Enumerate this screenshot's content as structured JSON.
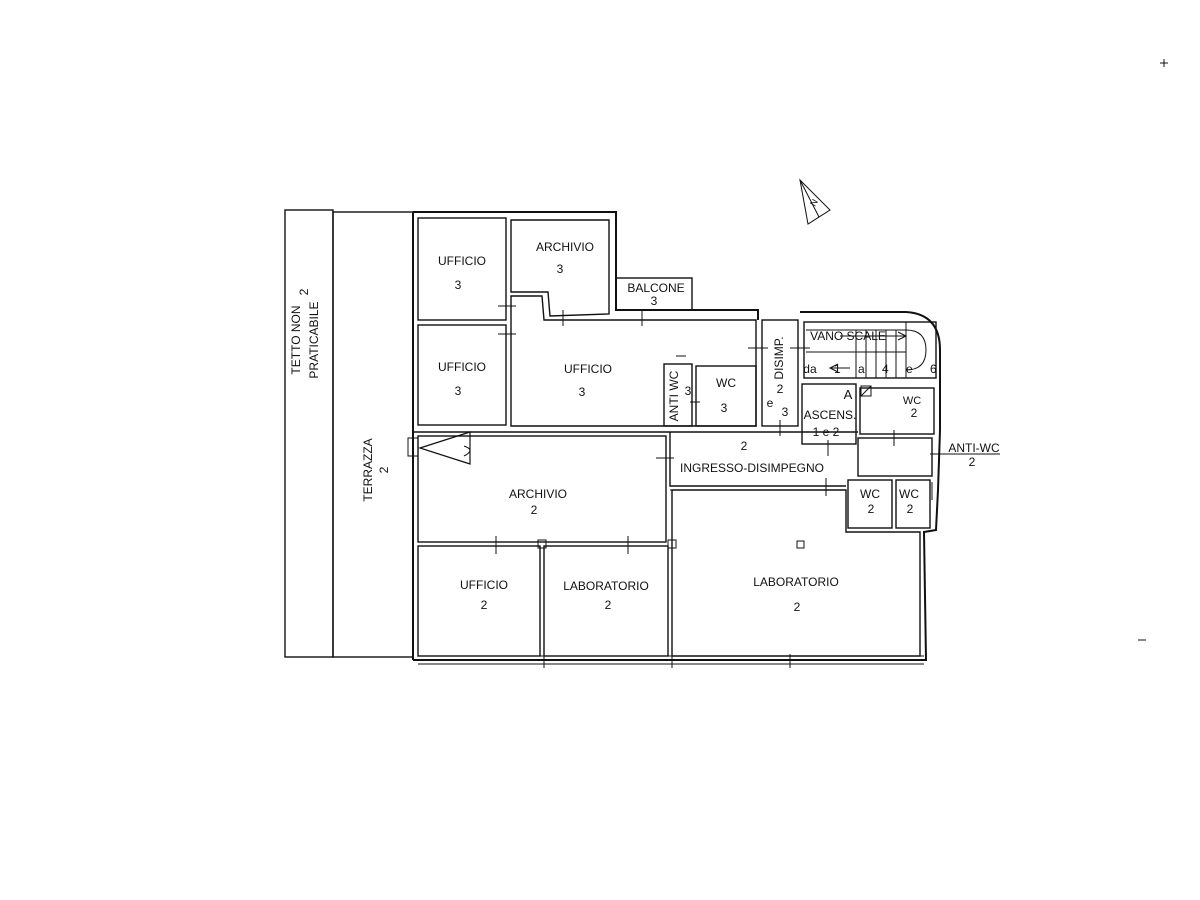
{
  "rooms": {
    "tetto_line1": "TETTO NON",
    "tetto_line2": "PRATICABILE",
    "tetto_num": "2",
    "terrazza": "TERRAZZA",
    "terrazza_num": "2",
    "ufficio_top": "UFFICIO",
    "ufficio_top_num": "3",
    "archivio_top": "ARCHIVIO",
    "archivio_top_num": "3",
    "balcone": "BALCONE",
    "balcone_num": "3",
    "ufficio_mid": "UFFICIO",
    "ufficio_mid_num": "3",
    "ufficio_center": "UFFICIO",
    "ufficio_center_num": "3",
    "anti_wc_v": "ANTI WC",
    "anti_wc_v_num": "3",
    "wc_3": "WC",
    "wc_3_num": "3",
    "disimp": "DISIMP.",
    "disimp_num": "2",
    "disimp_e": "e",
    "disimp_num2": "3",
    "vano_scale": "VANO SCALE",
    "vano_scale_sub": "da 1 a 4 e 6",
    "ascens_marker": "A",
    "ascens": "ASCENS.",
    "ascens_sub": "1 e 2",
    "wc_right_top": "WC",
    "wc_right_top_num": "2",
    "anti_wc_h": "ANTI-WC",
    "anti_wc_h_num": "2",
    "ingresso_num": "2",
    "ingresso": "INGRESSO-DISIMPEGNO",
    "archivio_low": "ARCHIVIO",
    "archivio_low_num": "2",
    "wc_a": "WC",
    "wc_a_num": "2",
    "wc_b": "WC",
    "wc_b_num": "2",
    "ufficio_low": "UFFICIO",
    "ufficio_low_num": "2",
    "lab_small": "LABORATORIO",
    "lab_small_num": "2",
    "lab_big": "LABORATORIO",
    "lab_big_num": "2"
  },
  "north_label": "N"
}
